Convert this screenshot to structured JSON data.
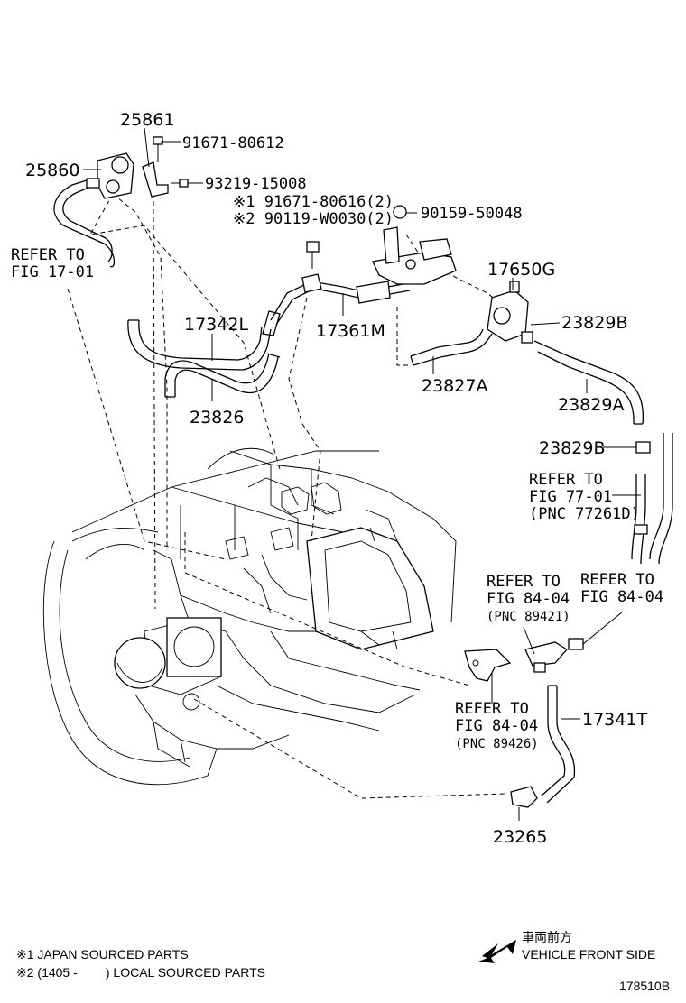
{
  "parts": {
    "p25861": "25861",
    "p25860": "25860",
    "p91671_80612": "91671-80612",
    "p93219_15008": "93219-15008",
    "p91671_80616": "※1 91671-80616(2)",
    "p90119_w0030": "※2 90119-W0030(2)",
    "p90159_50048": "90159-50048",
    "p17650g": "17650G",
    "p23829b_top": "23829B",
    "p17342l": "17342L",
    "p17361m": "17361M",
    "p23827a": "23827A",
    "p23826": "23826",
    "p23829a": "23829A",
    "p23829b_mid": "23829B",
    "p17341t": "17341T",
    "p23265": "23265"
  },
  "refs": {
    "fig1701_line1": "REFER TO",
    "fig1701_line2": "FIG 17-01",
    "fig7701_line1": "REFER TO",
    "fig7701_line2": "FIG 77-01",
    "fig7701_line3": "(PNC 77261D)",
    "fig8404a_line1": "REFER TO",
    "fig8404a_line2": "FIG 84-04",
    "fig8404a_line3": "(PNC 89421)",
    "fig8404b_line1": "REFER TO",
    "fig8404b_line2": "FIG 84-04",
    "fig8404c_line1": "REFER TO",
    "fig8404c_line2": "FIG 84-04",
    "fig8404c_line3": "(PNC 89426)"
  },
  "notes": {
    "note1": "※1 JAPAN SOURCED PARTS",
    "note2": "※2 (1405 -        ) LOCAL SOURCED PARTS",
    "direction_jp": "車両前方",
    "direction_en": "VEHICLE FRONT SIDE",
    "figure_id": "178510B"
  },
  "icons": {
    "direction_arrow": "arrow-down-left-icon"
  }
}
